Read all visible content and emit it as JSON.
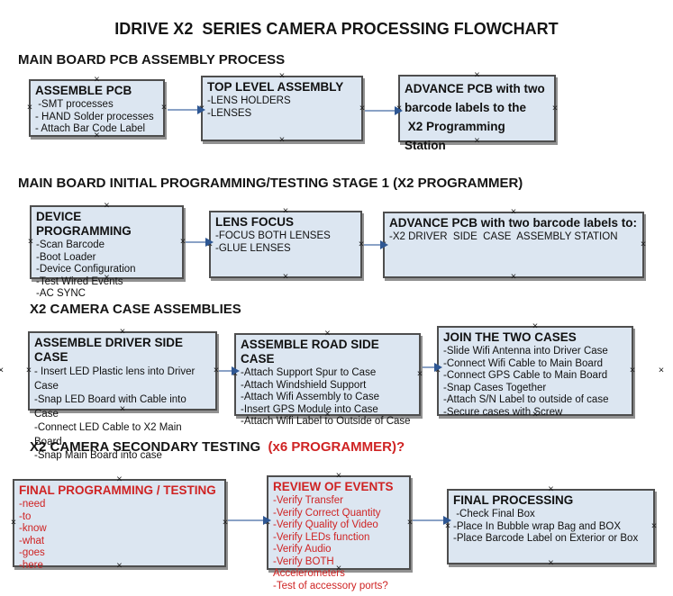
{
  "title": "IDRIVE X2  SERIES CAMERA PROCESSING FLOWCHART",
  "colors": {
    "box_fill": "#dce6f1",
    "box_border": "#4e4e4e",
    "box_shadow": "#919191",
    "red_text": "#cf2323",
    "arrow_line": "#8aa2c6",
    "arrow_head": "#2e5793"
  },
  "sections": [
    {
      "heading": "MAIN BOARD PCB ASSEMBLY PROCESS",
      "boxes": [
        {
          "header": "ASSEMBLE PCB",
          "items": [
            " -SMT processes",
            "- HAND Solder processes",
            "- Attach Bar Code Label"
          ]
        },
        {
          "header": "TOP LEVEL ASSEMBLY",
          "items": [
            "-LENS HOLDERS",
            "-LENSES"
          ]
        },
        {
          "header": "",
          "lines": [
            "ADVANCE PCB with two",
            "barcode labels to the",
            " X2 Programming Station"
          ]
        }
      ]
    },
    {
      "heading": "MAIN BOARD INITIAL PROGRAMMING/TESTING STAGE 1 (X2 PROGRAMMER)",
      "boxes": [
        {
          "header": "DEVICE PROGRAMMING",
          "items": [
            "-Scan Barcode",
            "-Boot Loader",
            "-Device Configuration",
            "-Test Wired Events",
            "-AC SYNC"
          ]
        },
        {
          "header": "LENS FOCUS",
          "items": [
            "-FOCUS BOTH LENSES",
            "-GLUE LENSES"
          ]
        },
        {
          "header": "ADVANCE PCB with two barcode labels to:",
          "items": [
            "-X2 DRIVER  SIDE  CASE  ASSEMBLY STATION"
          ]
        }
      ]
    },
    {
      "heading": "X2 CAMERA CASE ASSEMBLIES",
      "boxes": [
        {
          "header": "ASSEMBLE DRIVER SIDE CASE",
          "items": [
            "- Insert LED Plastic lens into Driver Case",
            "-Snap LED Board with Cable into Case",
            "-Connect LED Cable to X2 Main Board",
            "-Snap Main Board into case"
          ]
        },
        {
          "header": "ASSEMBLE ROAD SIDE CASE",
          "items": [
            "-Attach Support Spur to Case",
            "-Attach Windshield Support",
            "-Attach Wifi Assembly to Case",
            "-Insert GPS Module into Case",
            "-Attach Wifi Label to Outside of Case"
          ]
        },
        {
          "header": "JOIN THE TWO CASES",
          "items": [
            "-Slide Wifi Antenna into Driver Case",
            "-Connect Wifi Cable to Main Board",
            "-Connect GPS Cable to Main Board",
            "-Snap Cases Together",
            "-Attach S/N Label to outside of case",
            "-Secure cases with Screw"
          ]
        }
      ]
    },
    {
      "heading": "X2 CAMERA SECONDARY TESTING ",
      "heading_suffix": " (x6 PROGRAMMER)?",
      "boxes": [
        {
          "header": "FINAL PROGRAMMING / TESTING",
          "items": [
            "-need",
            "-to",
            "-know",
            "-what",
            "-goes",
            "-here"
          ]
        },
        {
          "header": "REVIEW OF EVENTS",
          "items": [
            "-Verify Transfer",
            "-Verify Correct Quantity",
            "-Verify Quality of Video",
            "-Verify LEDs function",
            "-Verify Audio",
            "-Verify BOTH Accelerometers",
            "-Test of accessory ports?"
          ]
        },
        {
          "header": "FINAL PROCESSING",
          "items": [
            " -Check Final Box",
            "-Place In Bubble wrap Bag and BOX",
            "-Place Barcode Label on Exterior or Box"
          ]
        }
      ]
    }
  ]
}
